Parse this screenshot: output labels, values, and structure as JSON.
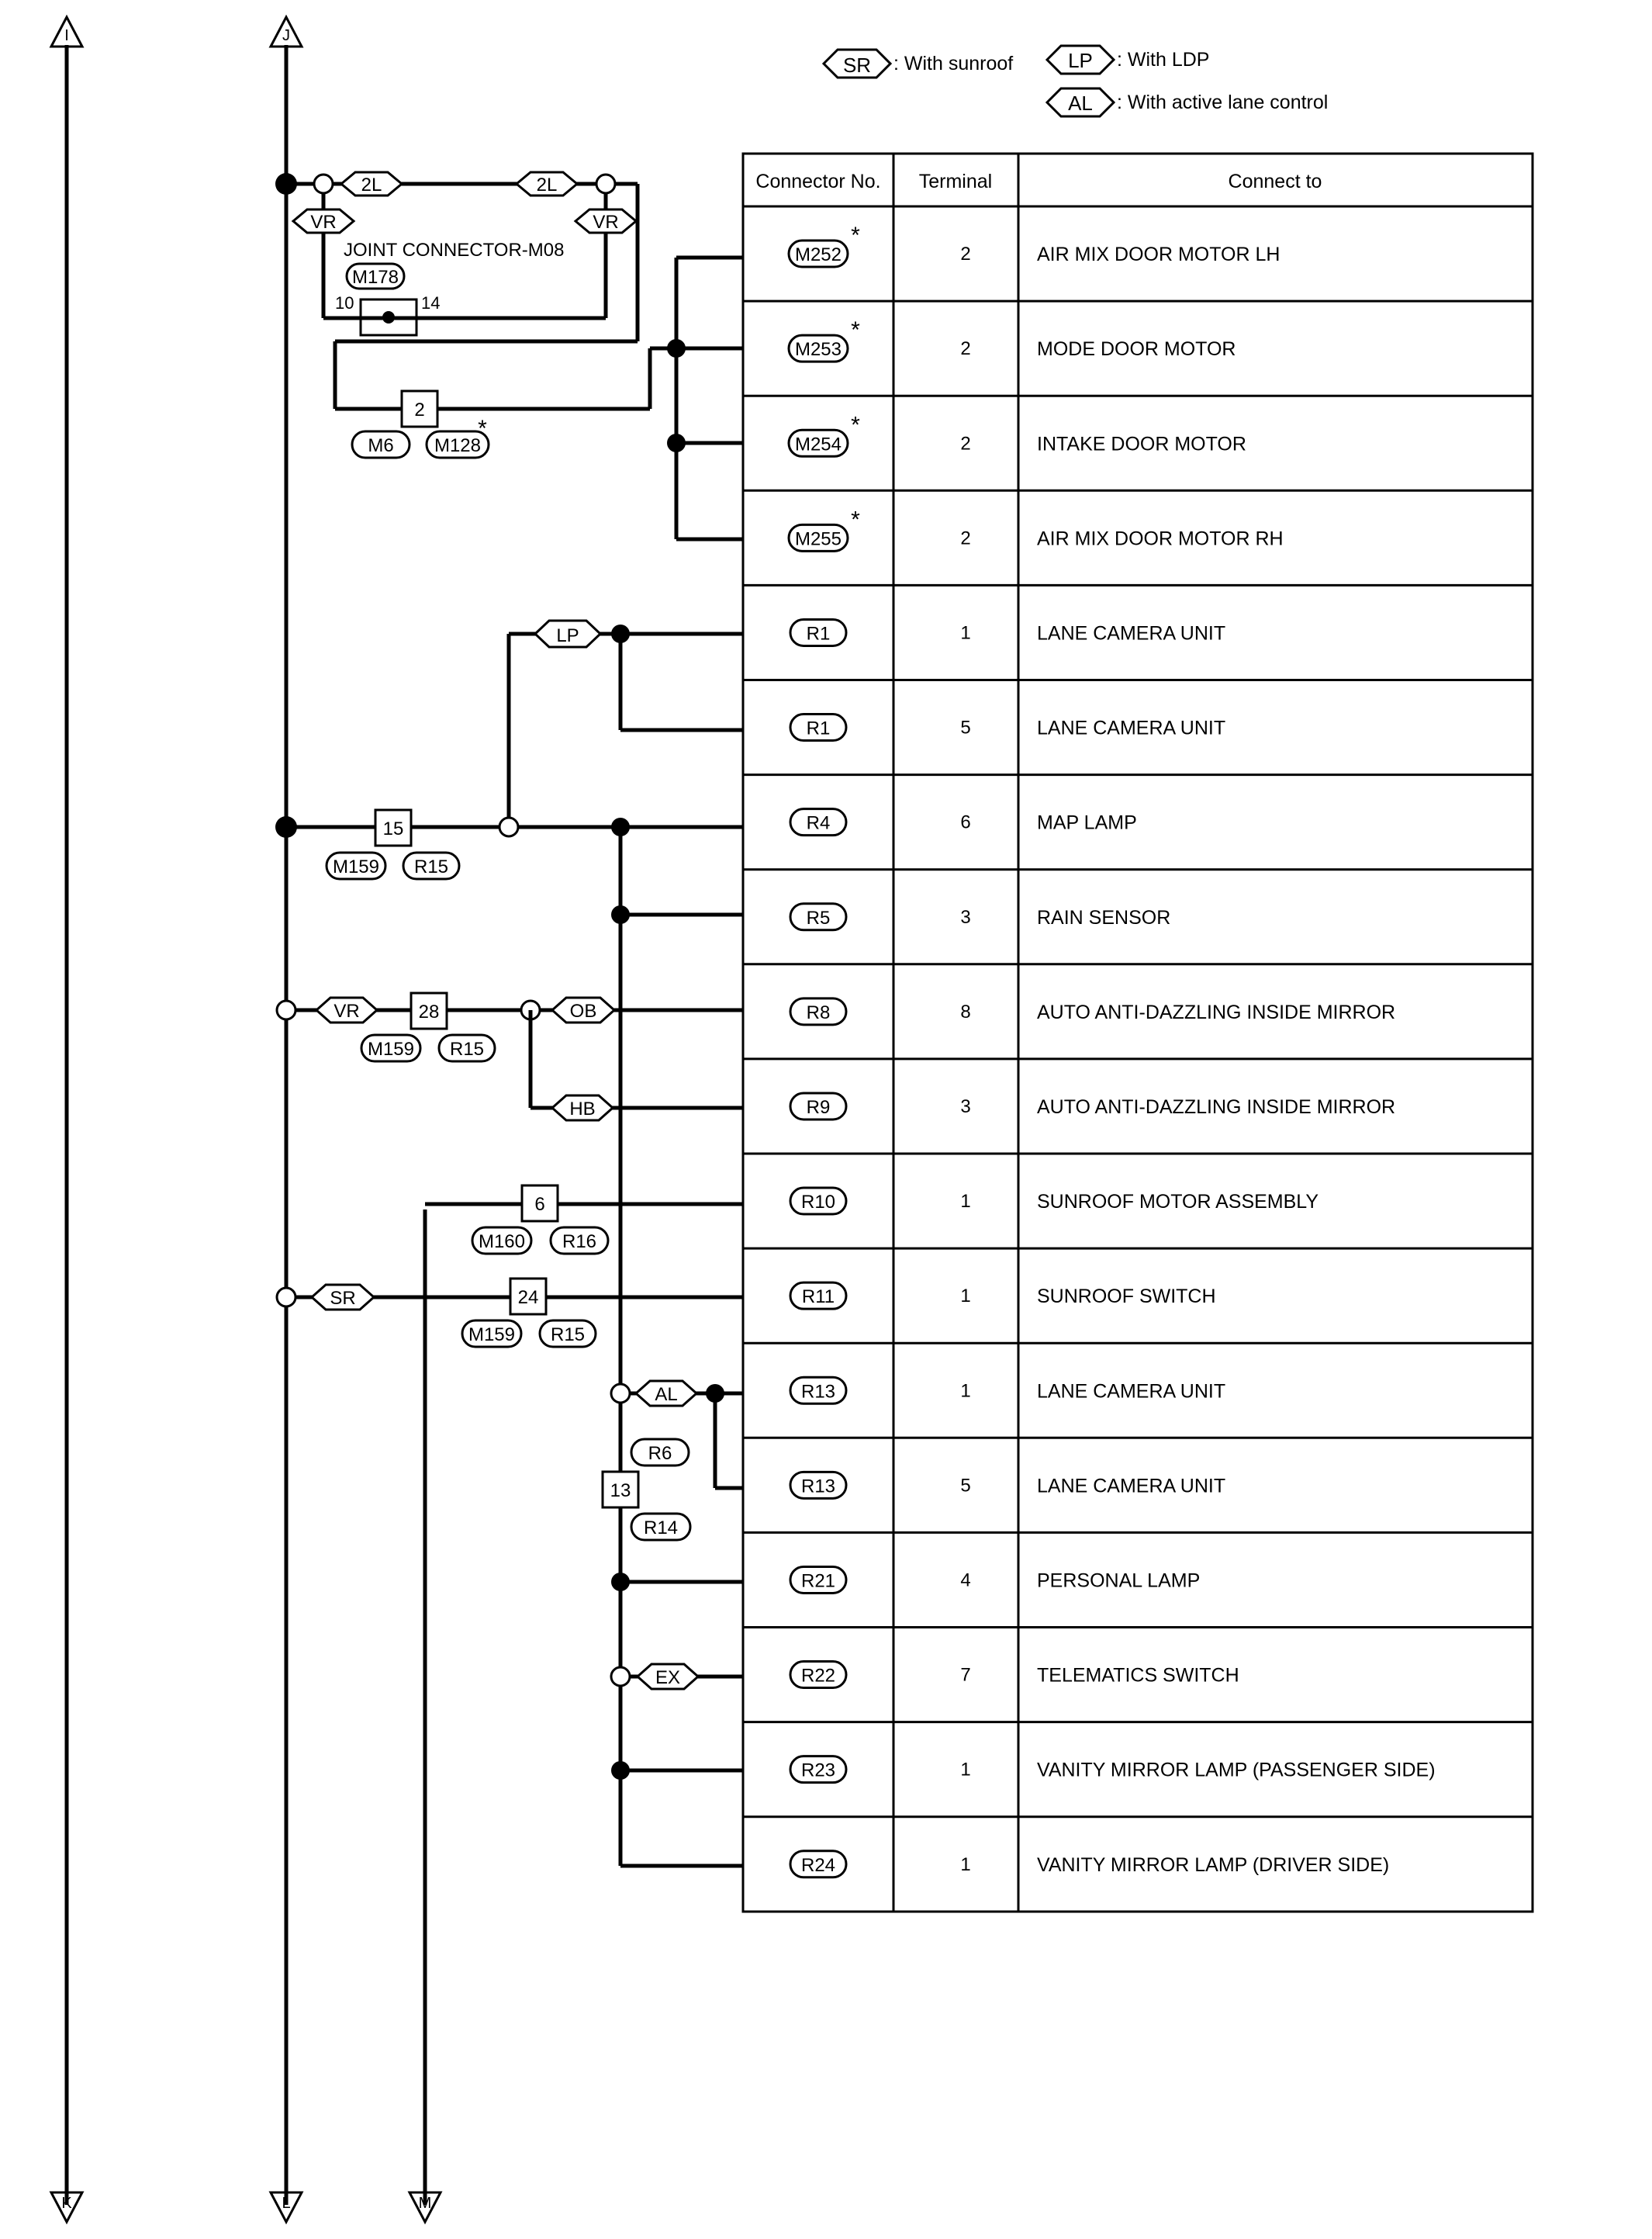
{
  "legend": [
    {
      "code": "SR",
      "text": ": With sunroof"
    },
    {
      "code": "LP",
      "text": ": With LDP"
    },
    {
      "code": "AL",
      "text": ": With active lane control"
    }
  ],
  "bus_arrows": {
    "top": [
      "I",
      "J"
    ],
    "bottom": [
      "K",
      "L",
      "M"
    ]
  },
  "joint_connector": {
    "title": "JOINT CONNECTOR-M08",
    "connector": "M178",
    "pin_left": "10",
    "pin_right": "14"
  },
  "wire_codes": {
    "color_2l": "2L",
    "color_vr": "VR",
    "lp": "LP",
    "ob": "OB",
    "hb": "HB",
    "sr": "SR",
    "al": "AL",
    "ex": "EX"
  },
  "splices": [
    {
      "pin": "2",
      "connectors": [
        "M6",
        "M128"
      ],
      "asterisk": "*"
    },
    {
      "pin": "15",
      "connectors": [
        "M159",
        "R15"
      ]
    },
    {
      "pin": "28",
      "connectors": [
        "M159",
        "R15"
      ]
    },
    {
      "pin": "6",
      "connectors": [
        "M160",
        "R16"
      ]
    },
    {
      "pin": "24",
      "connectors": [
        "M159",
        "R15"
      ]
    },
    {
      "pin": "13",
      "connectors": [
        "R6",
        "R14"
      ]
    }
  ],
  "table": {
    "headers": [
      "Connector No.",
      "Terminal",
      "Connect to"
    ],
    "asterisk": "*",
    "rows": [
      {
        "connector": "M252",
        "terminal": "2",
        "connect_to": "AIR MIX DOOR MOTOR LH",
        "star": true
      },
      {
        "connector": "M253",
        "terminal": "2",
        "connect_to": "MODE DOOR MOTOR",
        "star": true
      },
      {
        "connector": "M254",
        "terminal": "2",
        "connect_to": "INTAKE DOOR MOTOR",
        "star": true
      },
      {
        "connector": "M255",
        "terminal": "2",
        "connect_to": "AIR MIX DOOR MOTOR RH",
        "star": true
      },
      {
        "connector": "R1",
        "terminal": "1",
        "connect_to": "LANE CAMERA UNIT"
      },
      {
        "connector": "R1",
        "terminal": "5",
        "connect_to": "LANE CAMERA UNIT"
      },
      {
        "connector": "R4",
        "terminal": "6",
        "connect_to": "MAP LAMP"
      },
      {
        "connector": "R5",
        "terminal": "3",
        "connect_to": "RAIN SENSOR"
      },
      {
        "connector": "R8",
        "terminal": "8",
        "connect_to": "AUTO ANTI-DAZZLING INSIDE MIRROR"
      },
      {
        "connector": "R9",
        "terminal": "3",
        "connect_to": "AUTO ANTI-DAZZLING INSIDE MIRROR"
      },
      {
        "connector": "R10",
        "terminal": "1",
        "connect_to": "SUNROOF MOTOR ASSEMBLY"
      },
      {
        "connector": "R11",
        "terminal": "1",
        "connect_to": "SUNROOF SWITCH"
      },
      {
        "connector": "R13",
        "terminal": "1",
        "connect_to": "LANE CAMERA UNIT"
      },
      {
        "connector": "R13",
        "terminal": "5",
        "connect_to": "LANE CAMERA UNIT"
      },
      {
        "connector": "R21",
        "terminal": "4",
        "connect_to": "PERSONAL LAMP"
      },
      {
        "connector": "R22",
        "terminal": "7",
        "connect_to": "TELEMATICS SWITCH"
      },
      {
        "connector": "R23",
        "terminal": "1",
        "connect_to": "VANITY MIRROR LAMP (PASSENGER SIDE)"
      },
      {
        "connector": "R24",
        "terminal": "1",
        "connect_to": "VANITY MIRROR LAMP (DRIVER SIDE)"
      }
    ]
  }
}
